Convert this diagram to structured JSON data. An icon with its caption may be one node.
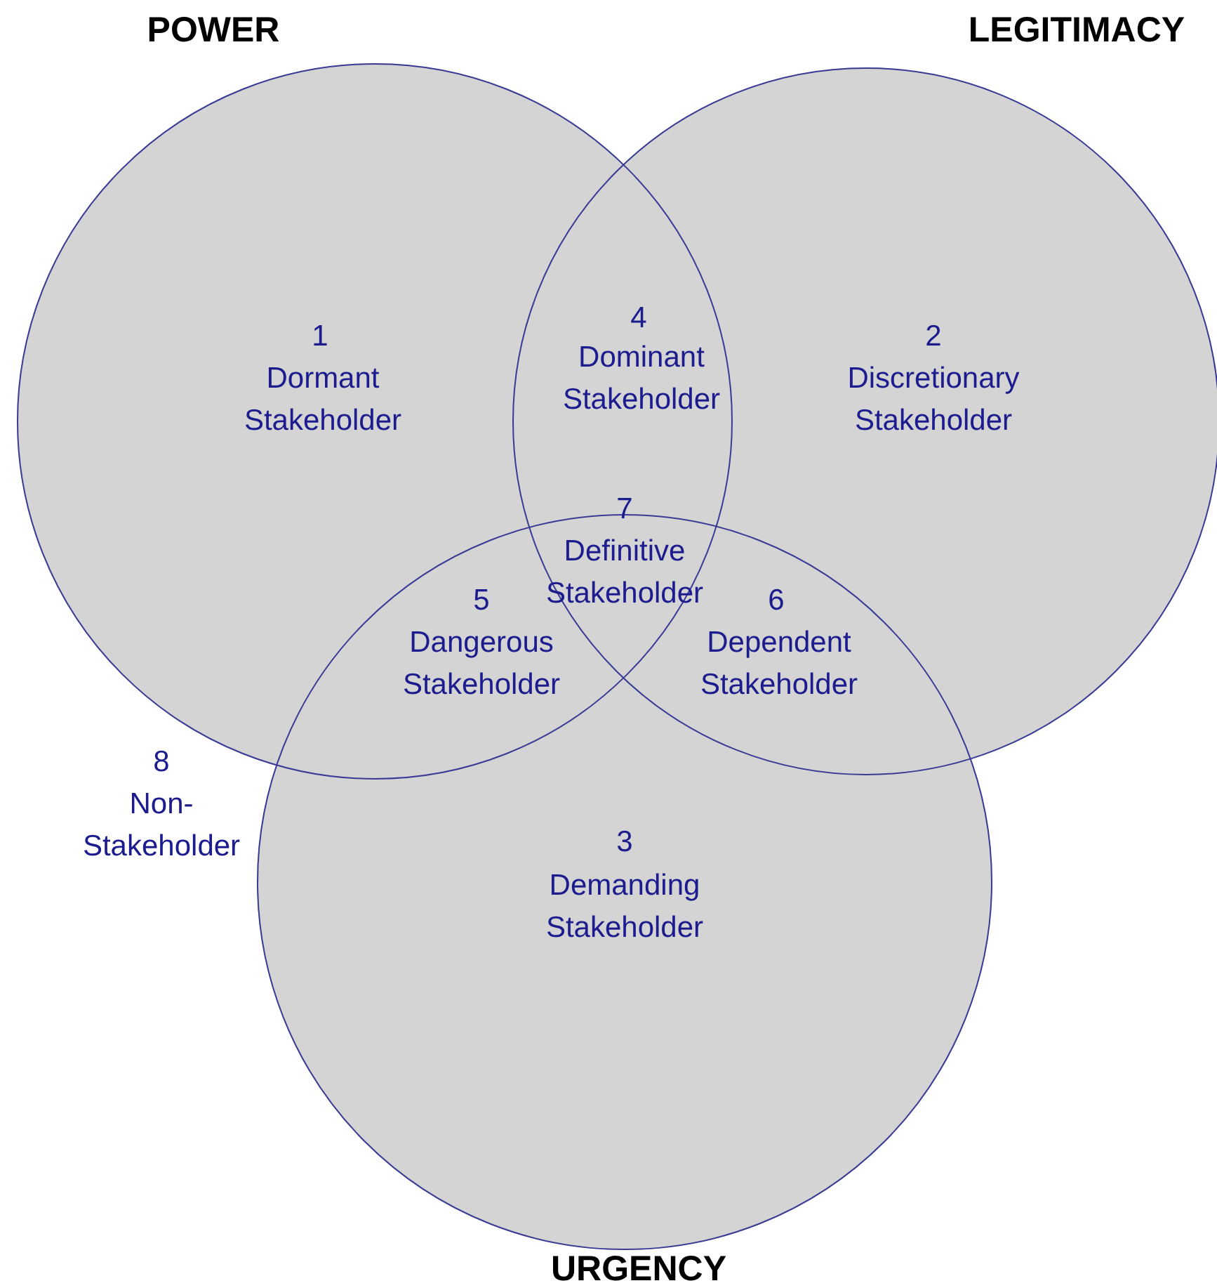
{
  "diagram": {
    "nodes": [
      {
        "text": [
          "POWER"
        ]
      },
      {
        "text": [
          "LEGITIMACY"
        ]
      },
      {
        "text": [
          "URGENCY"
        ]
      }
    ],
    "edges": [],
    "labels": [
      "1",
      "Dormant Stakeholder",
      "4",
      "Dominant Stakeholder",
      "2",
      "Discretionary Stakeholder",
      "7",
      "Definitive Stakeholder",
      "5",
      "Dangerous Stakeholder",
      "6",
      "Dependent Stakeholder",
      "8",
      "Non-Stakeholder",
      "3",
      "Demanding Stakeholder"
    ]
  }
}
